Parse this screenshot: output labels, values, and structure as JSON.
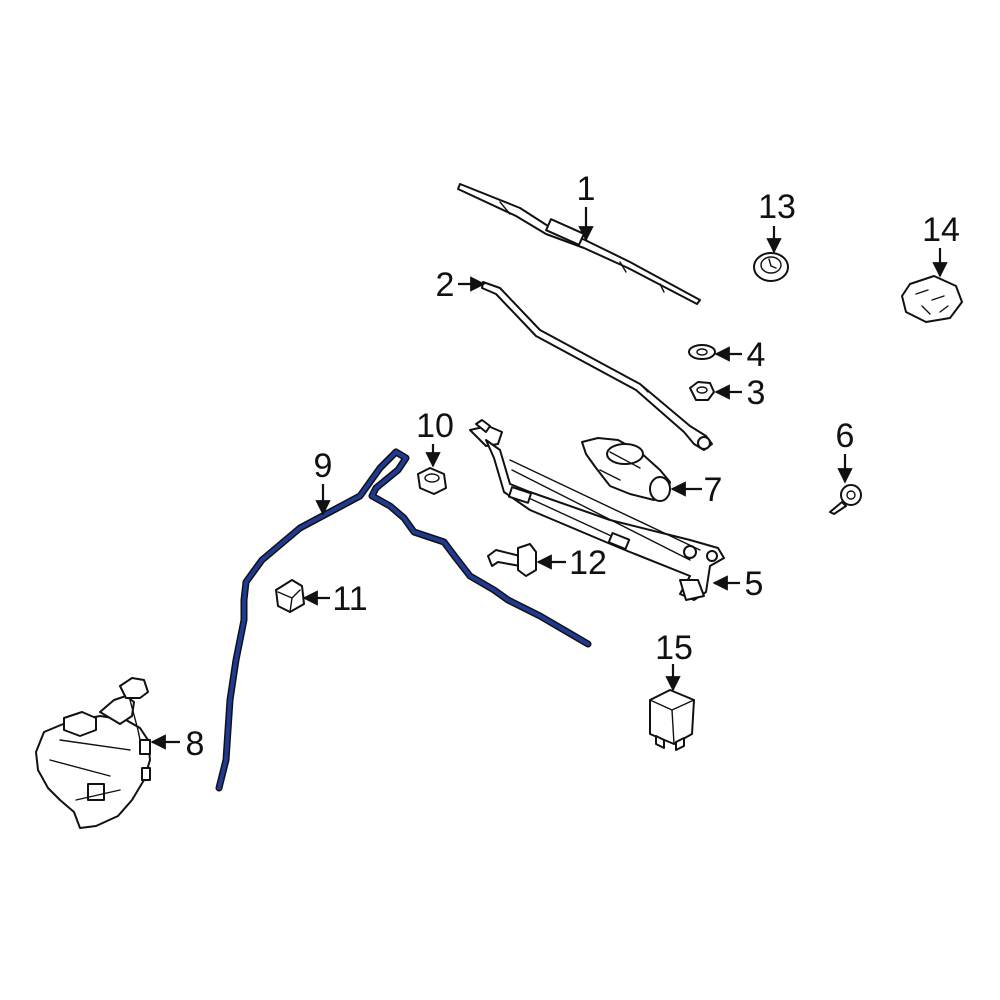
{
  "diagram": {
    "highlight_color": "#1f3a93",
    "line_color": "#111111",
    "callouts": [
      {
        "id": "1",
        "label": "1"
      },
      {
        "id": "2",
        "label": "2"
      },
      {
        "id": "3",
        "label": "3"
      },
      {
        "id": "4",
        "label": "4"
      },
      {
        "id": "5",
        "label": "5"
      },
      {
        "id": "6",
        "label": "6"
      },
      {
        "id": "7",
        "label": "7"
      },
      {
        "id": "8",
        "label": "8"
      },
      {
        "id": "9",
        "label": "9"
      },
      {
        "id": "10",
        "label": "10"
      },
      {
        "id": "11",
        "label": "11"
      },
      {
        "id": "12",
        "label": "12"
      },
      {
        "id": "13",
        "label": "13"
      },
      {
        "id": "14",
        "label": "14"
      },
      {
        "id": "15",
        "label": "15"
      }
    ]
  }
}
